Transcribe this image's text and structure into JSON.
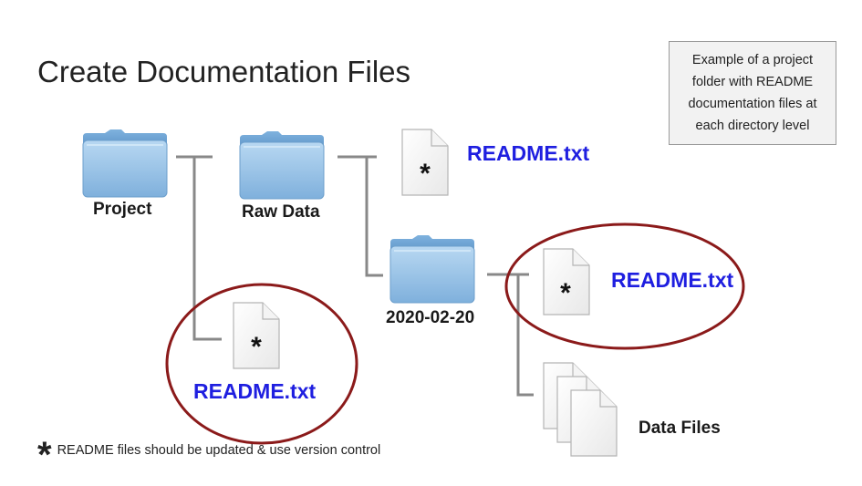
{
  "title": "Create Documentation Files",
  "note": "Example of a project folder with README documentation files at each directory level",
  "folders": {
    "project": "Project",
    "raw_data": "Raw Data",
    "date_folder": "2020-02-20"
  },
  "readme_label": "README.txt",
  "data_files_label": "Data Files",
  "doc_marker": "*",
  "footnote": {
    "marker": "*",
    "text": "README files should be updated & use version control"
  },
  "colors": {
    "folder": "#8fbde4",
    "readme_text": "#1f1fe0",
    "circle": "#8b1a1a",
    "connector": "#888888"
  }
}
